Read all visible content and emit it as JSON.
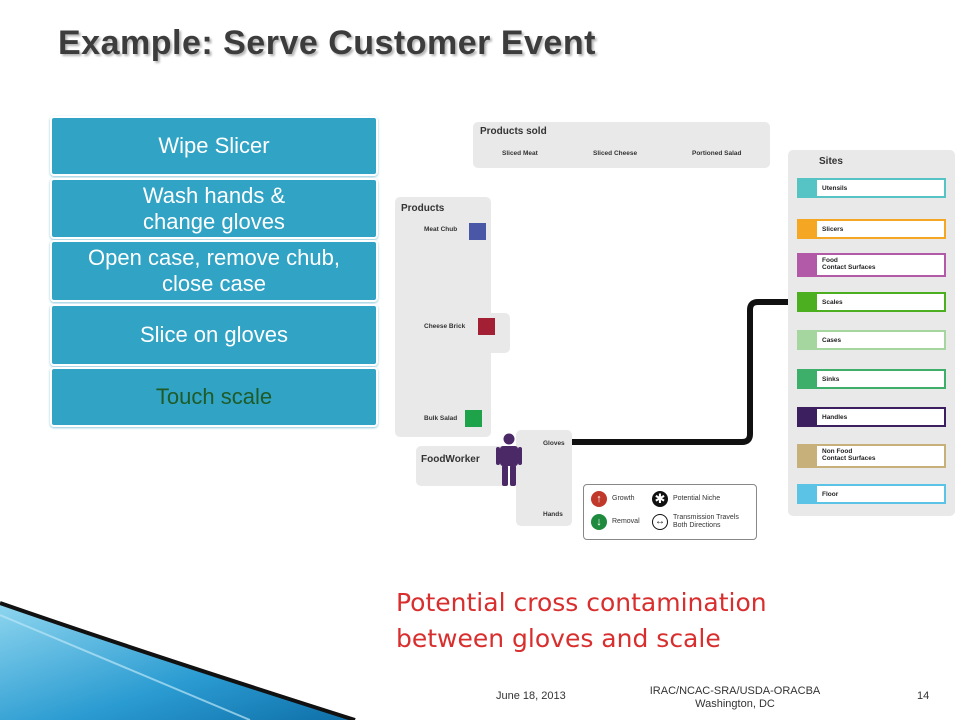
{
  "title": "Example: Serve Customer Event",
  "steps": [
    "Wipe Slicer",
    "Wash hands &\nchange gloves",
    "Open case, remove chub,\nclose case",
    "Slice on gloves",
    "Touch scale"
  ],
  "diagram": {
    "products_sold": {
      "header": "Products sold",
      "items": [
        "Sliced Meat",
        "Sliced Cheese",
        "Portioned Salad"
      ]
    },
    "products": {
      "header": "Products",
      "items": [
        {
          "label": "Meat Chub",
          "color": "#4a56a6"
        },
        {
          "label": "Cheese Brick",
          "color": "#a31f34"
        },
        {
          "label": "Bulk Salad",
          "color": "#1ea34a"
        }
      ]
    },
    "worker": {
      "label": "FoodWorker",
      "gloves": "Gloves",
      "hands": "Hands",
      "color": "#4b2866"
    },
    "sites": {
      "header": "Sites",
      "items": [
        {
          "label": "Utensils",
          "color": "#56c4c4"
        },
        {
          "label": "Slicers",
          "color": "#f5a623"
        },
        {
          "label": "Food\nContact Surfaces",
          "color": "#b25aa8"
        },
        {
          "label": "Scales",
          "color": "#4caf1f"
        },
        {
          "label": "Cases",
          "color": "#a5d6a0"
        },
        {
          "label": "Sinks",
          "color": "#3daf6a"
        },
        {
          "label": "Handles",
          "color": "#3b1f5e"
        },
        {
          "label": "Non Food\nContact Surfaces",
          "color": "#c8b07a"
        },
        {
          "label": "Floor",
          "color": "#5bc4e6"
        }
      ]
    },
    "legend": {
      "growth": "Growth",
      "removal": "Removal",
      "niche": "Potential Niche",
      "transmission": "Transmission Travels\nBoth Directions"
    }
  },
  "note": "Potential cross contamination\nbetween gloves and scale",
  "footer": {
    "date": "June 18, 2013",
    "org": "IRAC/NCAC-SRA/USDA-ORACBA\nWashington, DC",
    "page": "14"
  }
}
